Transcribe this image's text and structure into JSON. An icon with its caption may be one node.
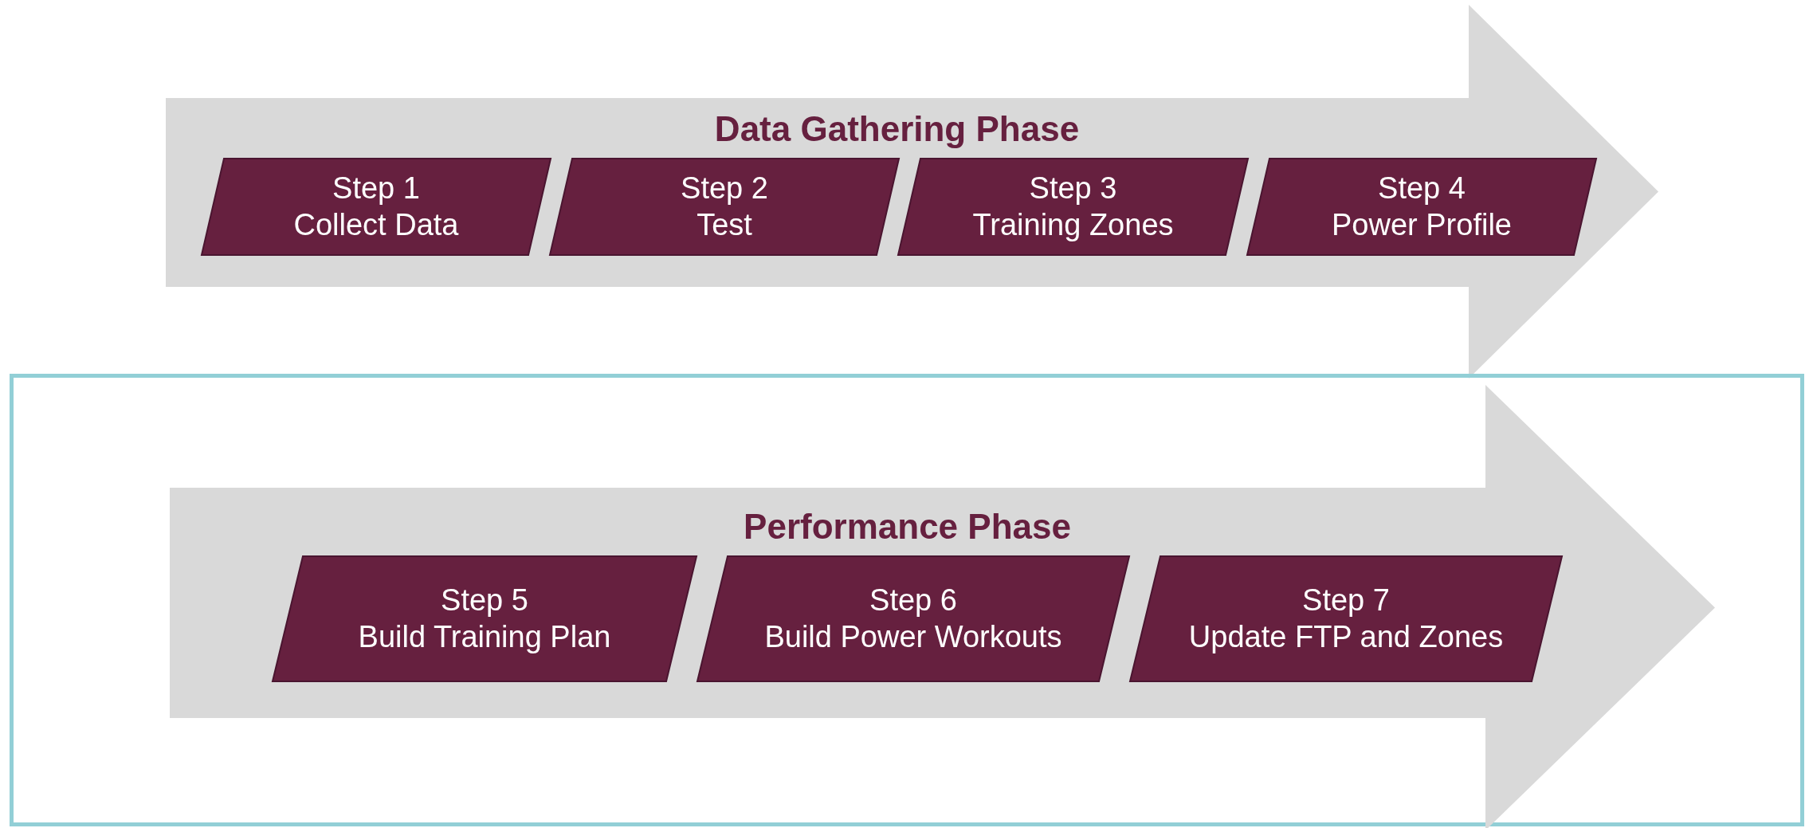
{
  "diagram": {
    "nodes": [
      {
        "text": [
          "Data Gathering Phase"
        ]
      },
      {
        "text": [
          "Step 1",
          "Collect Data"
        ],
        "in": 0
      },
      {
        "text": [
          "Step 2",
          "Test"
        ],
        "in": 0
      },
      {
        "text": [
          "Step 3",
          "Training Zones"
        ],
        "in": 0
      },
      {
        "text": [
          "Step 4",
          "Power Profile"
        ],
        "in": 0
      },
      {
        "text": [],
        "shape": "box"
      },
      {
        "text": [
          "Performance Phase"
        ],
        "in": 5
      },
      {
        "text": [
          "Step 5",
          "Build Training Plan"
        ],
        "in": 6
      },
      {
        "text": [
          "Step 6",
          "Build Power Workouts"
        ],
        "in": 6
      },
      {
        "text": [
          "Step 7",
          "Update FTP and Zones"
        ],
        "in": 6
      }
    ]
  }
}
